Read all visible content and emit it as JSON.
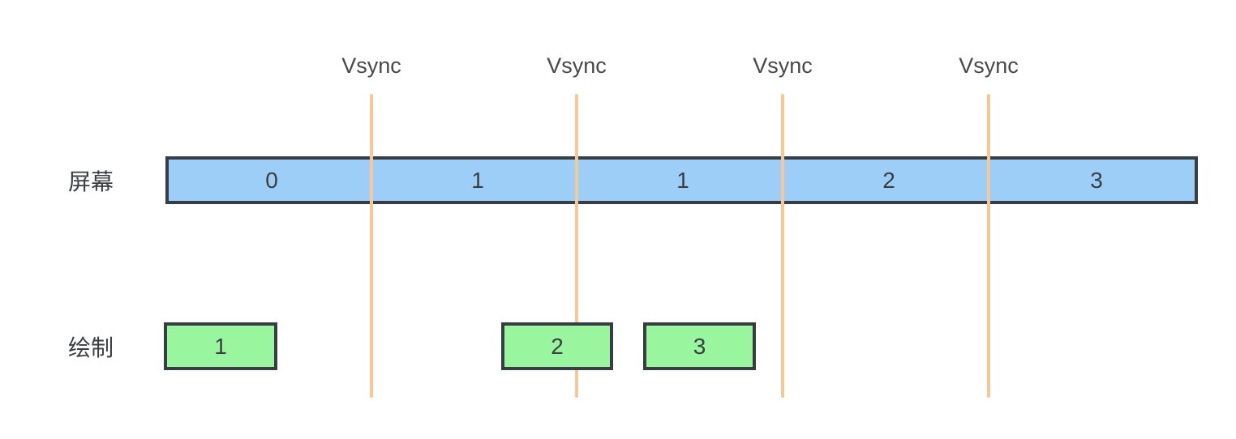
{
  "vsync_labels": [
    "Vsync",
    "Vsync",
    "Vsync",
    "Vsync"
  ],
  "rows": {
    "screen_label": "屏幕",
    "draw_label": "绘制"
  },
  "screen_segments": [
    "0",
    "1",
    "1",
    "2",
    "3"
  ],
  "draw_boxes": [
    "1",
    "2",
    "3"
  ],
  "colors": {
    "bg": "#ffffff",
    "bar-blue": "#9ccef8",
    "box-green": "#9af69e",
    "line-orange": "#f8c794",
    "stroke-dark": "#383d44",
    "text-dark": "#3a3e43",
    "text-gray": "#48484b"
  }
}
